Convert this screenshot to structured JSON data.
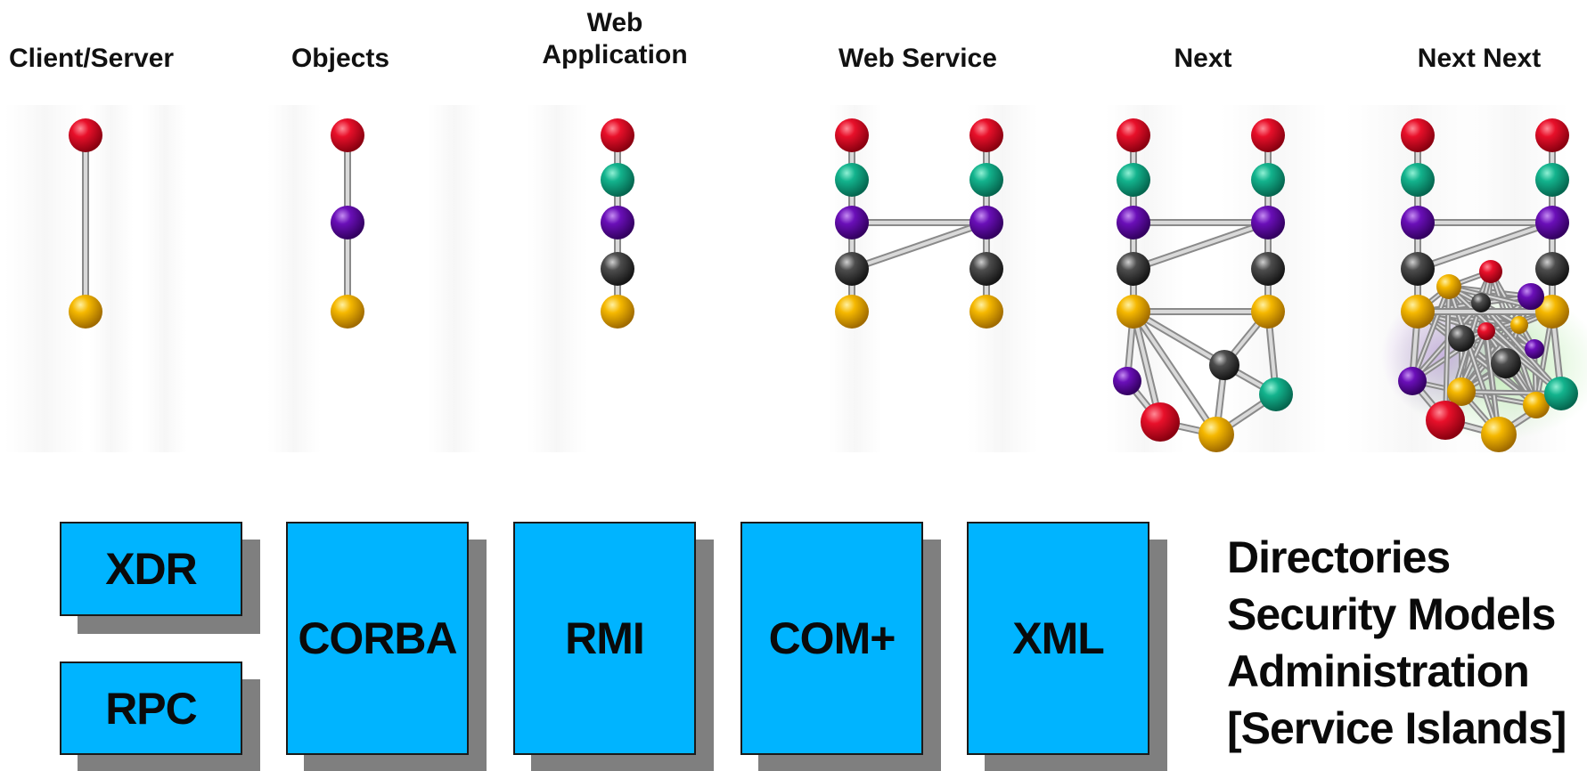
{
  "columns": [
    {
      "id": "client-server",
      "title": "Client/Server"
    },
    {
      "id": "objects",
      "title": "Objects"
    },
    {
      "id": "web-application",
      "title": "Web\nApplication"
    },
    {
      "id": "web-service",
      "title": "Web Service"
    },
    {
      "id": "next",
      "title": "Next"
    },
    {
      "id": "next-next",
      "title": "Next Next"
    }
  ],
  "ball_colors": {
    "red": "#e8102a",
    "green": "#13b38d",
    "purple": "#6a0fb8",
    "gray": "#4d4d4d",
    "yellow": "#f5b800"
  },
  "boxes": [
    {
      "id": "xdr",
      "label": "XDR"
    },
    {
      "id": "rpc",
      "label": "RPC"
    },
    {
      "id": "corba",
      "label": "CORBA"
    },
    {
      "id": "rmi",
      "label": "RMI"
    },
    {
      "id": "com-plus",
      "label": "COM+"
    },
    {
      "id": "xml",
      "label": "XML"
    }
  ],
  "box_color": "#00b4ff",
  "side_list": [
    "Directories",
    "Security Models",
    "Administration",
    "[Service Islands]"
  ]
}
